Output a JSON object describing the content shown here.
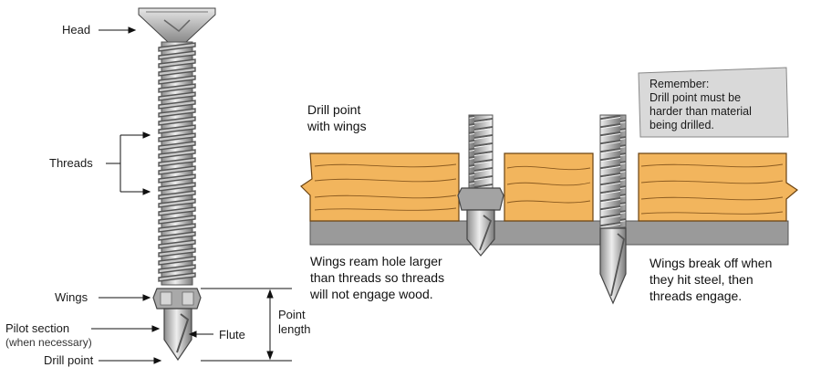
{
  "labels": {
    "head": "Head",
    "threads": "Threads",
    "wings": "Wings",
    "pilot_section": "Pilot section",
    "pilot_note": "(when necessary)",
    "drill_point": "Drill point",
    "flute": "Flute",
    "point_length_1": "Point",
    "point_length_2": "length"
  },
  "captions": {
    "drill_point_1": "Drill point",
    "drill_point_2": "with wings",
    "ream_1": "Wings ream hole larger",
    "ream_2": "than threads so threads",
    "ream_3": "will not engage wood.",
    "break_1": "Wings break off when",
    "break_2": "they hit steel, then",
    "break_3": "threads engage."
  },
  "note": {
    "title": "Remember:",
    "line1": "Drill point must be",
    "line2": "harder than material",
    "line3": "being drilled."
  },
  "colors": {
    "wood": "#f2b55d",
    "wood_grain": "#8a5a20",
    "steel": "#9a9a9a",
    "screw_light": "#dcdcdc",
    "screw_dark": "#6e6e6e",
    "note_bg": "#d9d9d9"
  }
}
